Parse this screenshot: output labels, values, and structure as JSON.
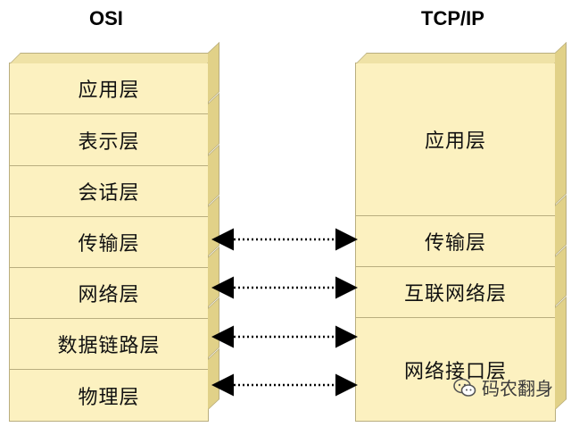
{
  "osi": {
    "title": "OSI",
    "layers": [
      "应用层",
      "表示层",
      "会话层",
      "传输层",
      "网络层",
      "数据链路层",
      "物理层"
    ]
  },
  "tcpip": {
    "title": "TCP/IP",
    "layers": [
      "应用层",
      "传输层",
      "互联网络层",
      "网络接口层"
    ]
  },
  "watermark": {
    "text": "码农翻身",
    "icon": "wechat-icon"
  },
  "colors": {
    "layer_fill": "#fcf1c0",
    "side_fill": "#e1d188",
    "border": "#b9ae7f",
    "arrow": "#000000"
  }
}
